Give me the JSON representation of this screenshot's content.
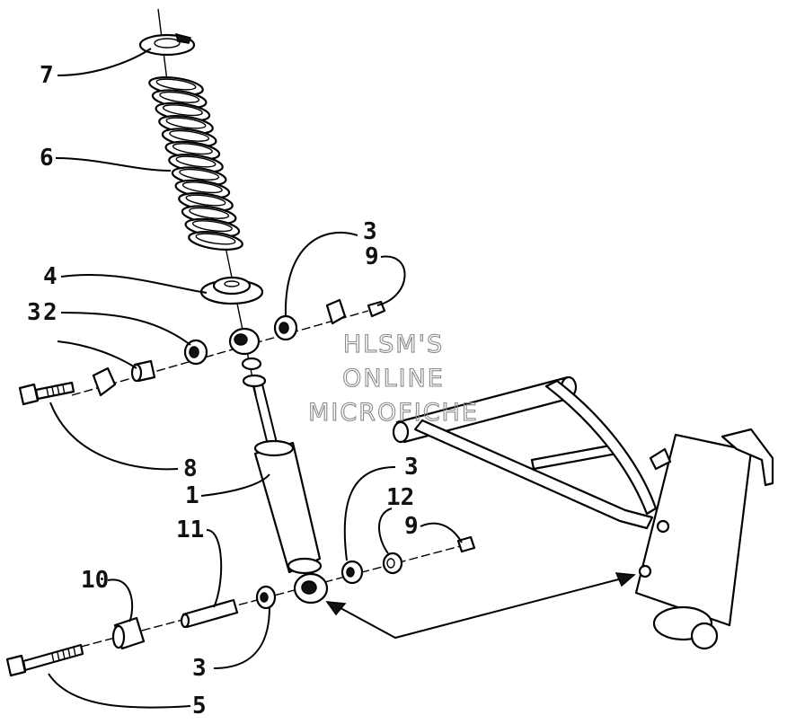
{
  "watermark": {
    "lines": [
      "HLSM'S",
      "ONLINE",
      "MICROFICHE"
    ]
  },
  "callouts": [
    {
      "id": "c7",
      "label": "7"
    },
    {
      "id": "c6",
      "label": "6"
    },
    {
      "id": "c4",
      "label": "4"
    },
    {
      "id": "c3a",
      "label": "3"
    },
    {
      "id": "c2",
      "label": "2"
    },
    {
      "id": "c3b",
      "label": "3"
    },
    {
      "id": "c9a",
      "label": "9"
    },
    {
      "id": "c8",
      "label": "8"
    },
    {
      "id": "c1",
      "label": "1"
    },
    {
      "id": "c11",
      "label": "11"
    },
    {
      "id": "c10",
      "label": "10"
    },
    {
      "id": "c3c",
      "label": "3"
    },
    {
      "id": "c12",
      "label": "12"
    },
    {
      "id": "c9b",
      "label": "9"
    },
    {
      "id": "c3d",
      "label": "3"
    },
    {
      "id": "c5",
      "label": "5"
    }
  ]
}
